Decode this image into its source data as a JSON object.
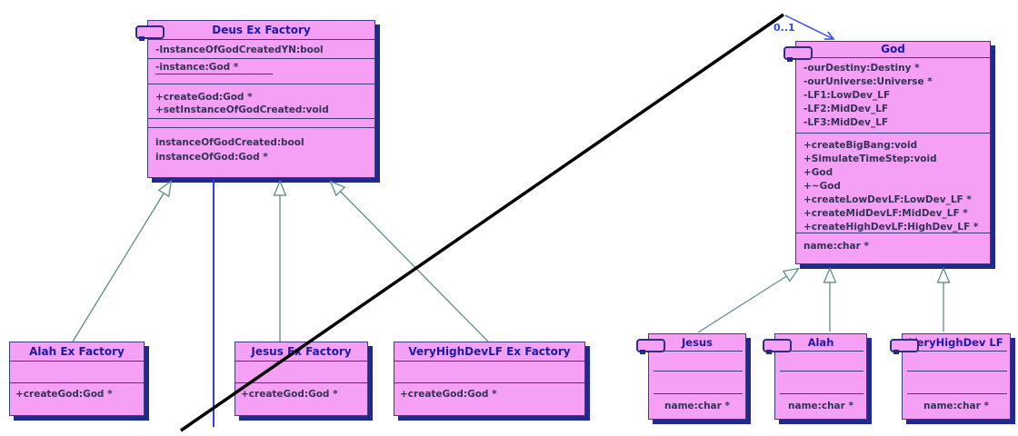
{
  "diagram_type": "uml-class-diagram",
  "labels": {
    "multiplicity": "0..1"
  },
  "colors": {
    "class_fill": "#F5A0F5",
    "class_border": "#3E3E7E",
    "class_shadow": "#1E2B8C",
    "title_text": "#1B1BA8",
    "member_text": "#333355",
    "generalization_line": "#5E8C8C",
    "association_line": "#3A55E6",
    "annotation_line": "#000000"
  },
  "classes": {
    "deus_factory": {
      "title": "Deus Ex Factory",
      "attributes": [
        "-InstanceOfGodCreatedYN:bool",
        "-instance:God *"
      ],
      "operations": [
        "+createGod:God *",
        "+setInstanceOfGodCreated:void"
      ],
      "properties": [
        "instanceOfGodCreated:bool",
        "instanceOfGod:God *"
      ]
    },
    "god": {
      "title": "God",
      "attributes": [
        "-ourDestiny:Destiny *",
        "-ourUniverse:Universe *",
        "-LF1:LowDev_LF",
        "-LF2:MidDev_LF",
        "-LF3:MidDev_LF"
      ],
      "operations": [
        "+createBigBang:void",
        "+SimulateTimeStep:void",
        "+God",
        "+~God",
        "+createLowDevLF:LowDev_LF *",
        "+createMidDevLF:MidDev_LF *",
        "+createHighDevLF:HighDev_LF *"
      ],
      "properties": [
        "name:char *"
      ]
    },
    "alah_factory": {
      "title": "Alah Ex Factory",
      "operations": [
        "+createGod:God *"
      ]
    },
    "jesus_factory": {
      "title": "Jesus Ex Factory",
      "operations": [
        "+createGod:God *"
      ]
    },
    "veryhighdev_factory": {
      "title": "VeryHighDevLF Ex Factory",
      "operations": [
        "+createGod:God *"
      ]
    },
    "jesus": {
      "title": "Jesus",
      "properties": [
        "name:char *"
      ]
    },
    "alah": {
      "title": "Alah",
      "properties": [
        "name:char *"
      ]
    },
    "veryhighdev_lf": {
      "title": "VeryHighDev LF",
      "properties": [
        "name:char *"
      ]
    }
  }
}
